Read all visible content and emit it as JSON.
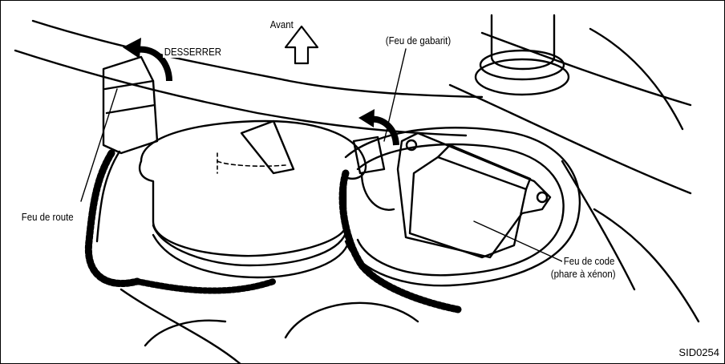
{
  "labels": {
    "avant": "Avant",
    "desserrer": "DESSERRER",
    "feu_gabarit": "(Feu de gabarit)",
    "feu_route": "Feu de route",
    "feu_code_line1": "Feu de code",
    "feu_code_line2": "(phare à xénon)",
    "figure_id": "SID0254"
  }
}
